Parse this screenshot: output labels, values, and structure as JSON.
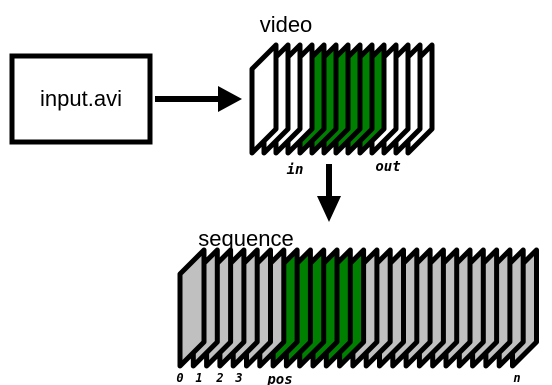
{
  "input_box": {
    "label": "input.avi"
  },
  "video": {
    "title": "video",
    "in_label": "in",
    "out_label": "out",
    "frame_count": 14,
    "green_frames": [
      4,
      5,
      6,
      7,
      8,
      9
    ]
  },
  "sequence": {
    "title": "sequence",
    "frame_count": 26,
    "green_frames": [
      7,
      8,
      9,
      10,
      11,
      12
    ],
    "index_labels": [
      "0",
      "1",
      "2",
      "3"
    ],
    "pos_label": "pos",
    "n_label": "n"
  },
  "colors": {
    "frame_stroke": "#000000",
    "video_frame_fill": "#ffffff",
    "sequence_frame_fill": "#c0c0c0",
    "highlight_fill": "#008000"
  }
}
